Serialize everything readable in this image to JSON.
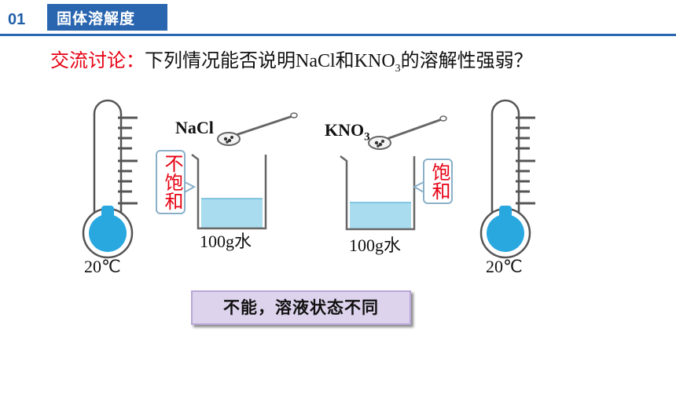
{
  "header": {
    "section_number": "01",
    "section_title": "固体溶解度"
  },
  "question": {
    "label": "交流讨论：",
    "text_before": "下列情况能否说明",
    "formula_1": "NaCl",
    "conjunction": "和",
    "formula_2_main": "KNO",
    "formula_2_sub": "3",
    "text_after": "的溶解性强弱？"
  },
  "experiment_left": {
    "solute": "NaCl",
    "state": "不饱和",
    "water_amount": "100g",
    "water_word": "水",
    "temperature": "20℃"
  },
  "experiment_right": {
    "solute_main": "KNO",
    "solute_sub": "3",
    "state": "饱和",
    "water_amount": "100g",
    "water_word": "水",
    "temperature": "20℃"
  },
  "answer": "不能，溶液状态不同",
  "colors": {
    "brand_blue": "#2a66b0",
    "highlight_red": "#e60012",
    "thermometer_blue": "#29a8e0",
    "water_blue": "#a8dcee",
    "answer_bg": "#ddd3ec"
  }
}
